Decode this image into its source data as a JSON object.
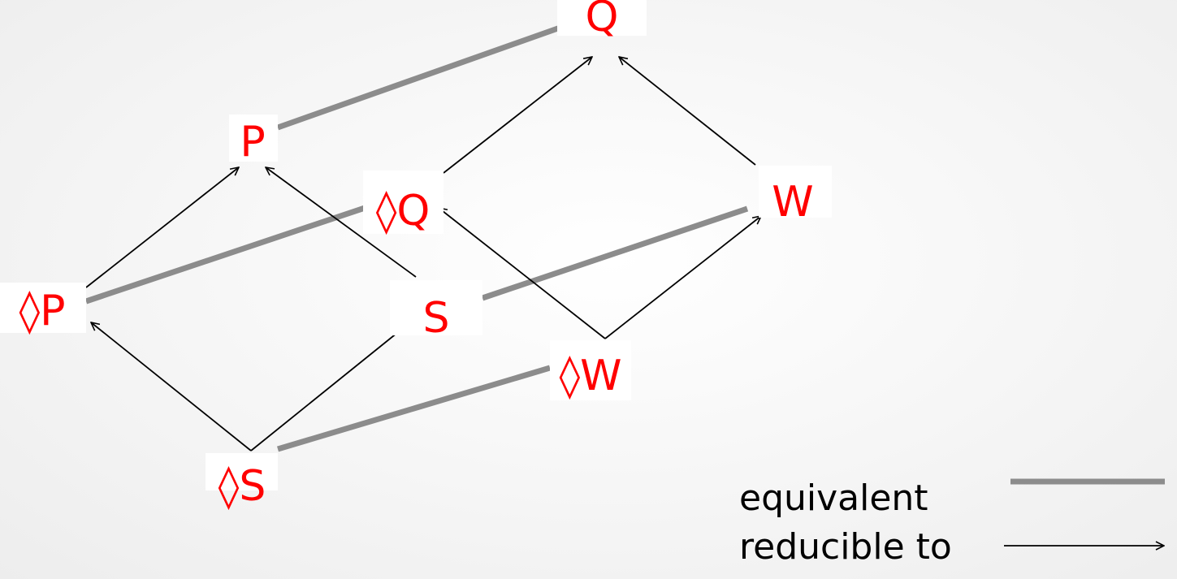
{
  "colors": {
    "node_text": "#ff0000",
    "node_background": "#ffffff",
    "equivalent_line": "#8c8c8c",
    "arrow": "#000000"
  },
  "nodes": {
    "Q": "Q",
    "P": "P",
    "DQ": "◊Q",
    "W": "W",
    "DP": "◊P",
    "S": "S",
    "DW": "◊W",
    "DS": "◊S"
  },
  "relations": {
    "equivalent": [
      [
        "P",
        "Q"
      ],
      [
        "DP",
        "DQ"
      ],
      [
        "S",
        "W"
      ],
      [
        "DS",
        "DW"
      ]
    ],
    "reducible_to": [
      [
        "DP",
        "P"
      ],
      [
        "S",
        "P"
      ],
      [
        "DS",
        "DP"
      ],
      [
        "DS",
        "S"
      ],
      [
        "DQ",
        "Q"
      ],
      [
        "W",
        "Q"
      ],
      [
        "DW",
        "DQ"
      ],
      [
        "DW",
        "W"
      ]
    ]
  },
  "legend": {
    "equivalent": "equivalent",
    "reducible_to": "reducible to"
  }
}
